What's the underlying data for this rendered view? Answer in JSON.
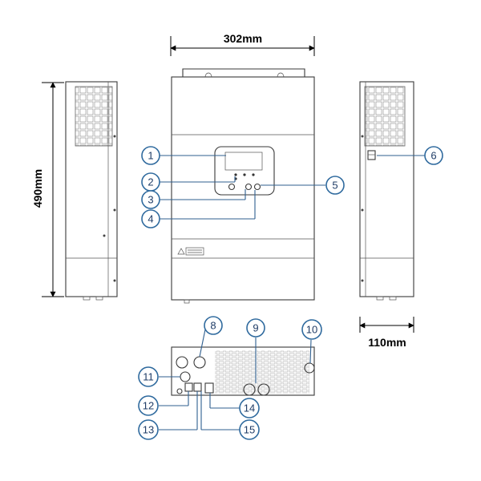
{
  "dimensions": {
    "width": "302mm",
    "height": "490mm",
    "depth": "110mm"
  },
  "callouts": [
    "1",
    "2",
    "3",
    "4",
    "5",
    "6",
    "8",
    "9",
    "10",
    "11",
    "12",
    "13",
    "14",
    "15"
  ],
  "colors": {
    "callout_stroke": "#2f6a9e",
    "callout_text": "#1f3c66",
    "line": "#3a3a3a"
  }
}
